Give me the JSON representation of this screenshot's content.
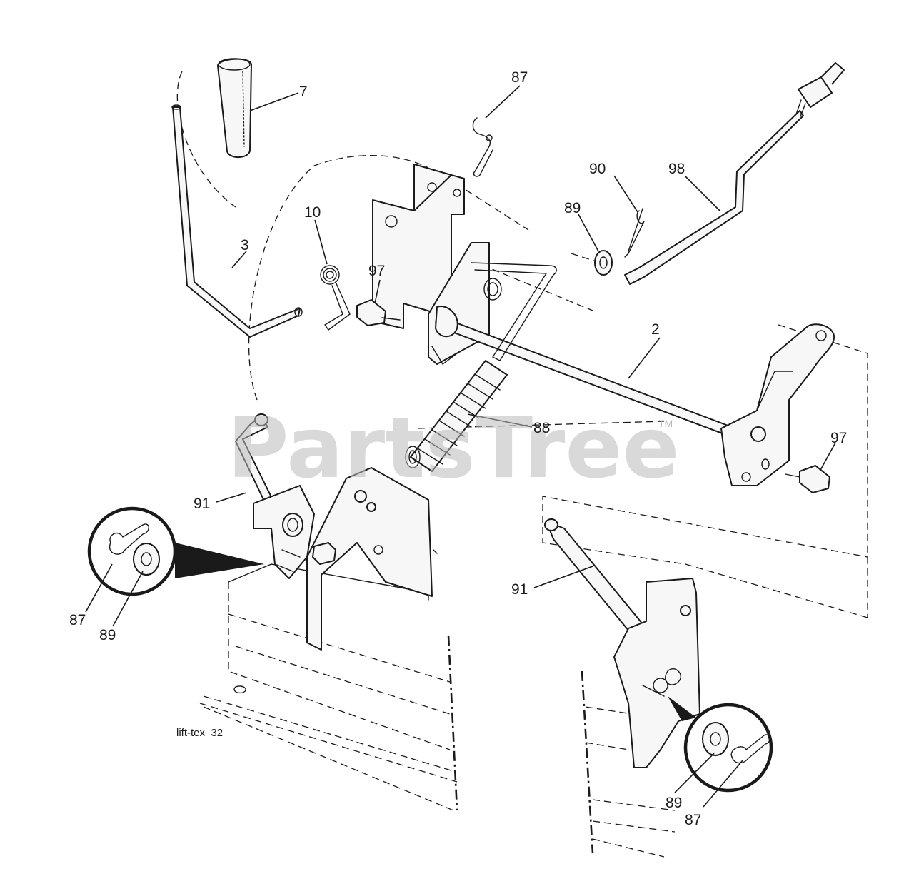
{
  "watermark": {
    "text": "PartsTree",
    "trademark": "TM"
  },
  "diagram_code": "lift-tex_32",
  "callouts": {
    "c7": "7",
    "c87_top": "87",
    "c90": "90",
    "c98": "98",
    "c89_top": "89",
    "c10": "10",
    "c3": "3",
    "c97_left": "97",
    "c2": "2",
    "c88": "88",
    "c97_right": "97",
    "c91_left": "91",
    "c87_left": "87",
    "c89_left": "89",
    "c91_right": "91",
    "c89_right": "89",
    "c87_right": "87"
  }
}
